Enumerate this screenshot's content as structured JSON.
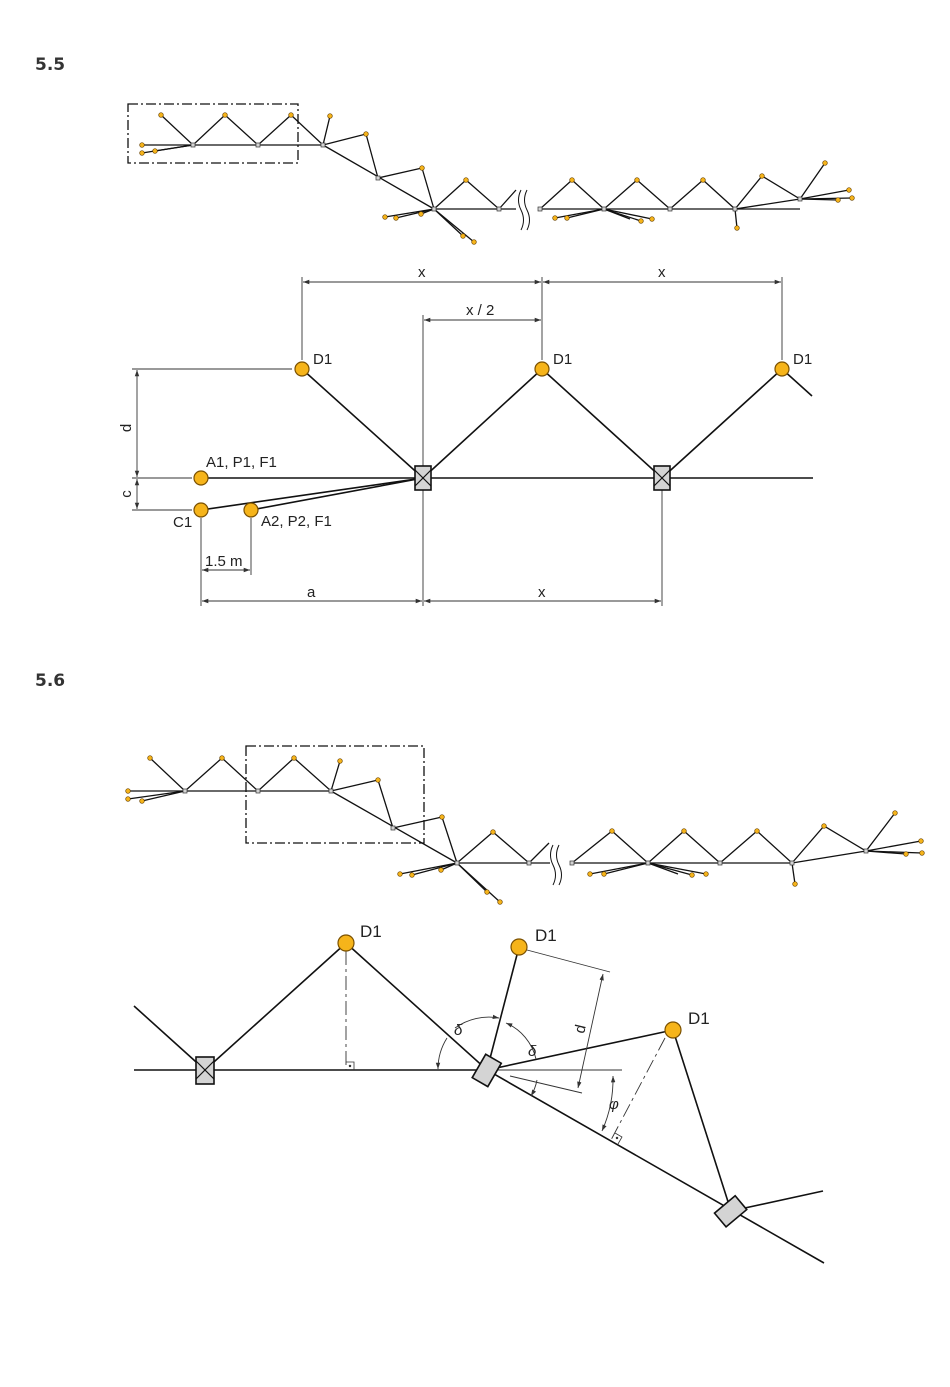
{
  "figures": {
    "fig_5_5": {
      "number": "5.5",
      "labels": {
        "d1": "D1",
        "start_top": "A1, P1, F1",
        "start_bottom": "A2, P2, F1",
        "c1": "C1"
      },
      "dimensions": {
        "x": "x",
        "x_half": "x / 2",
        "a": "a",
        "d": "d",
        "c": "c",
        "spacing": "1.5 m"
      }
    },
    "fig_5_6": {
      "number": "5.6",
      "labels": {
        "d1": "D1"
      },
      "dimensions": {
        "d": "d",
        "delta": "δ",
        "phi": "φ"
      }
    }
  },
  "colors": {
    "anchor_fill": "#f6b41a",
    "anchor_stroke": "#8a5a00",
    "box_fill": "#d4d4d4",
    "line": "#111111",
    "dim_line": "#333333"
  }
}
